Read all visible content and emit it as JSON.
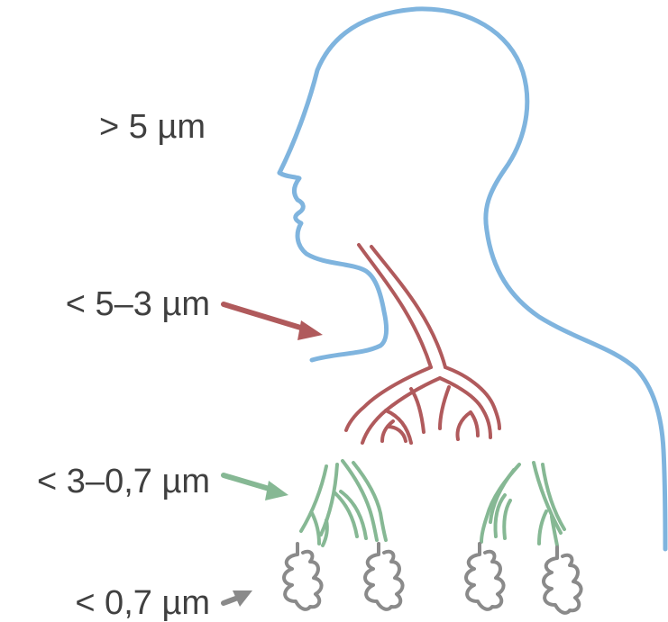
{
  "labels": [
    {
      "text": "> 5 µm"
    },
    {
      "text": "< 5–3 µm",
      "color": "#b05a5c"
    },
    {
      "text": "< 3–0,7 µm",
      "color": "#86b894"
    },
    {
      "text": "< 0,7 µm",
      "color": "#8a8a8a"
    }
  ],
  "colors": {
    "body_outline": "#7fb4de",
    "text": "#404040"
  }
}
